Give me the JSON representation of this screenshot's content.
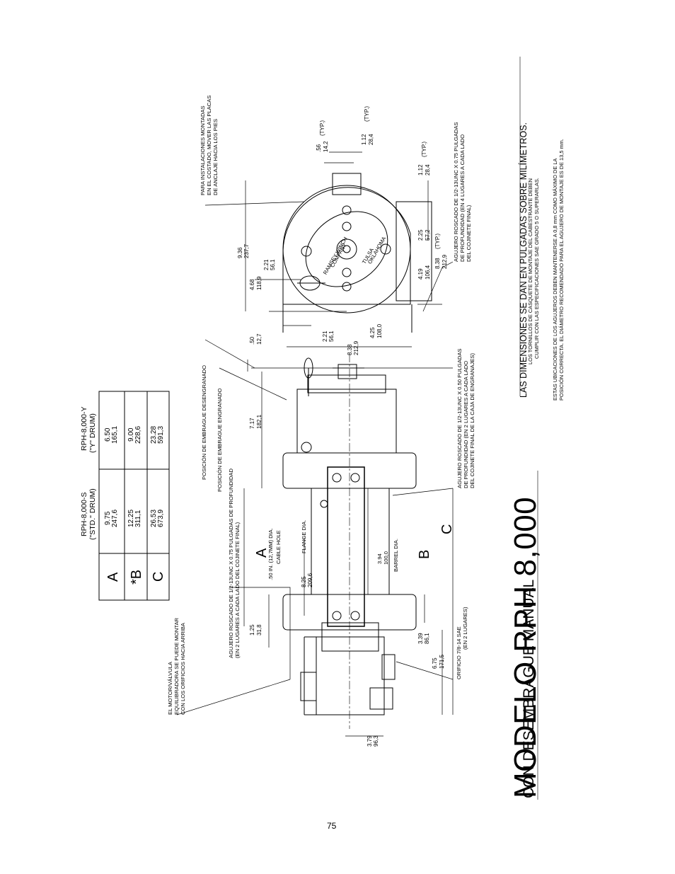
{
  "title": "MODELO RPH 8,000",
  "subtitle": "CON DESEMBRAGUE MANUAL",
  "page_number": "75",
  "banner": {
    "heading": "LAS DIMENSIONES SE DAN EN PULGADAS SOBRE MILÍMETROS.",
    "note1_l1": "LOS TORNILLOS DE CASQUETE DE MONTAJE DEL CABESTRANTE DEBEN",
    "note1_l2": "CUMPLIR CON LAS ESPECIFICACIONES SAE GRADO 5 O SUPERARLAS.",
    "note2_l1": "ESTAS UBICACIONES DE LOS AGUJEROS DEBEN MANTENERSE A 0,8 mm COMO MÁXIMO DE LA",
    "note2_l2": "POSICIÓN CORRECTA. EL DIÁMETRO RECOMENDADO PARA EL AGUJERO DE MONTAJE ES DE 13,5 mm."
  },
  "table": {
    "col_s_l1": "RPH-8,000-S",
    "col_s_l2": "(\"STD.\" DRUM)",
    "col_y_l1": "RPH-8,000-Y",
    "col_y_l2": "(\"Y\" DRUM)",
    "rows": [
      {
        "label": "A",
        "s_in": "9.75",
        "s_mm": "247,6",
        "y_in": "6.50",
        "y_mm": "165,1"
      },
      {
        "label": "*B",
        "s_in": "12.25",
        "s_mm": "311,1",
        "y_in": "9.00",
        "y_mm": "228,6"
      },
      {
        "label": "C",
        "s_in": "26.53",
        "s_mm": "673,9",
        "y_in": "23.28",
        "y_mm": "591,3"
      }
    ]
  },
  "notes": {
    "motor_l1": "EL MOTOR/VÁLVULA",
    "motor_l2": "EQUILIBRADORA SE PUEDE MONTAR",
    "motor_l3": "CON LOS ORIFICIOS HACIA ARRIBA",
    "tap_left_l1": "AGUJERO ROSCADO DE 1/2-13UNC X 0.75 PULGADAS DE PROFUNDIDAD",
    "tap_left_l2": "(EN 2 LUGARES A CADA LADO DEL COJINETE FINAL)",
    "disengaged": "POSICIÓN DE EMBRAGUE DESENGRANADO",
    "engaged": "POSICIÓN DE EMBRAGUE ENGRANADO",
    "feet_l1": "PARA INSTALACIONES MONTADAS",
    "feet_l2": "EN EL COSTADO, MOVER LAS PLACAS",
    "feet_l3": "DE ANCLAJE HACIA LOS PIES",
    "tap_end_l1": "AGUJERO ROSCADO DE 1/2-13UNC X 0.75 PULGADAS",
    "tap_end_l2": "DE PROFUNDIDAD (EN 4 LUGARES A CADA LADO",
    "tap_end_l3": "DEL COJINETE FINAL)",
    "tap_gear_l1": "AGUJERO ROSCADO DE 1/2-13UNC X 0.50 PULGADAS",
    "tap_gear_l2": "DE PROFUNDIDAD (EN 2 LUGARES A CADA LADO",
    "tap_gear_l3": "DEL COJINETE FINAL DE LA CAJA DE ENGRANAJES)",
    "orifice_l1": "ORIFICIO 7/8-14 SAE",
    "orifice_l2": "(EN 2 LUGARES)",
    "cable_hole_l1": ".50 IN. (12,7MM) DIA.",
    "cable_hole_l2": "CABLE HOLE",
    "flange": "FLANGE DIA.",
    "barrel_in": "3.94",
    "barrel_mm": "100,0",
    "barrel": "BARREL DIA.",
    "company_l1": "RAMSEY WINCH",
    "company_l2": "COMPANY",
    "city_l1": "TULSA",
    "city_l2": "OKLAHOMA"
  },
  "labels": {
    "A": "A",
    "B": "B",
    "C": "C"
  },
  "dims": {
    "d379": [
      "3.79",
      "96,3"
    ],
    "d125": [
      "1.25",
      "31,8"
    ],
    "d825": [
      "8.25",
      "209,6"
    ],
    "d339": [
      "3.39",
      "86,1"
    ],
    "d675": [
      "6.75",
      "171,5"
    ],
    "d717": [
      "7.17",
      "182,1"
    ],
    "d050": [
      ".50",
      "12,7"
    ],
    "d221a": [
      "2.21",
      "56,1"
    ],
    "d838a": [
      "8.38",
      "212,9"
    ],
    "d425": [
      "4.25",
      "108,0"
    ],
    "d468": [
      "4.68",
      "118,9"
    ],
    "d221b": [
      "2.21",
      "56,1"
    ],
    "d936": [
      "9.36",
      "237,7"
    ],
    "d419": [
      "4.19",
      "106,4"
    ],
    "d838b": [
      "8.38",
      "212,9"
    ],
    "d225": [
      "2.25",
      "57,2"
    ],
    "d112a": [
      "1.12",
      "28,4"
    ],
    "d056": [
      ".56",
      "14,2"
    ],
    "d112b": [
      "1.12",
      "28,4"
    ],
    "typ": "(TYP.)"
  }
}
